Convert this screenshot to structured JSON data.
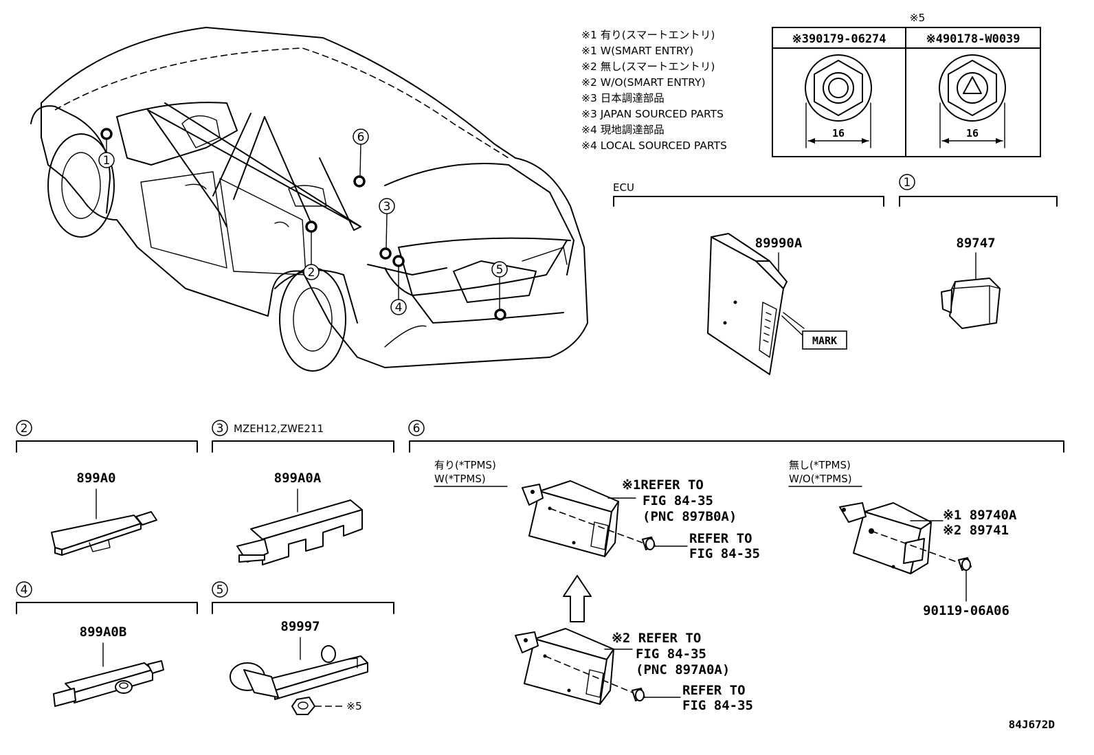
{
  "legend": [
    "※1 有り(スマートエントリ)",
    "※1 W(SMART ENTRY)",
    "※2 無し(スマートエントリ)",
    "※2 W/O(SMART ENTRY)",
    "※3 日本調達部品",
    "※3 JAPAN SOURCED PARTS",
    "※4 現地調達部品",
    "※4 LOCAL SOURCED PARTS"
  ],
  "nut_table": {
    "title": "※5",
    "col1": "※390179-06274",
    "col2": "※490178-W0039",
    "dim1": "16",
    "dim2": "16"
  },
  "car_callouts": [
    "1",
    "2",
    "3",
    "4",
    "5",
    "6"
  ],
  "ecu": {
    "header": "ECU",
    "part": "89990A",
    "mark": "MARK"
  },
  "g1": {
    "num": "1",
    "part": "89747"
  },
  "g2": {
    "num": "2",
    "part": "899A0"
  },
  "g3": {
    "num": "3",
    "title": "MZEH12,ZWE211",
    "part": "899A0A"
  },
  "g4": {
    "num": "4",
    "part": "899A0B"
  },
  "g5": {
    "num": "5",
    "part": "89997",
    "nut_ref": "※5"
  },
  "g6": {
    "num": "6",
    "with_tpms_1": "有り(*TPMS)",
    "with_tpms_2": "W(*TPMS)",
    "without_tpms_1": "無し(*TPMS)",
    "without_tpms_2": "W/O(*TPMS)",
    "ref1_a": "※1REFER TO",
    "ref1_b": "FIG 84-35",
    "ref1_c": "(PNC 897B0A)",
    "bolt1_a": "REFER TO",
    "bolt1_b": "FIG 84-35",
    "ref2_a": "※2 REFER TO",
    "ref2_b": "FIG 84-35",
    "ref2_c": "(PNC 897A0A)",
    "bolt2_a": "REFER TO",
    "bolt2_b": "FIG 84-35",
    "p1": "※1 89740A",
    "p2": "※2 89741",
    "bolt_part": "90119-06A06"
  },
  "diagram_code": "84J672D"
}
